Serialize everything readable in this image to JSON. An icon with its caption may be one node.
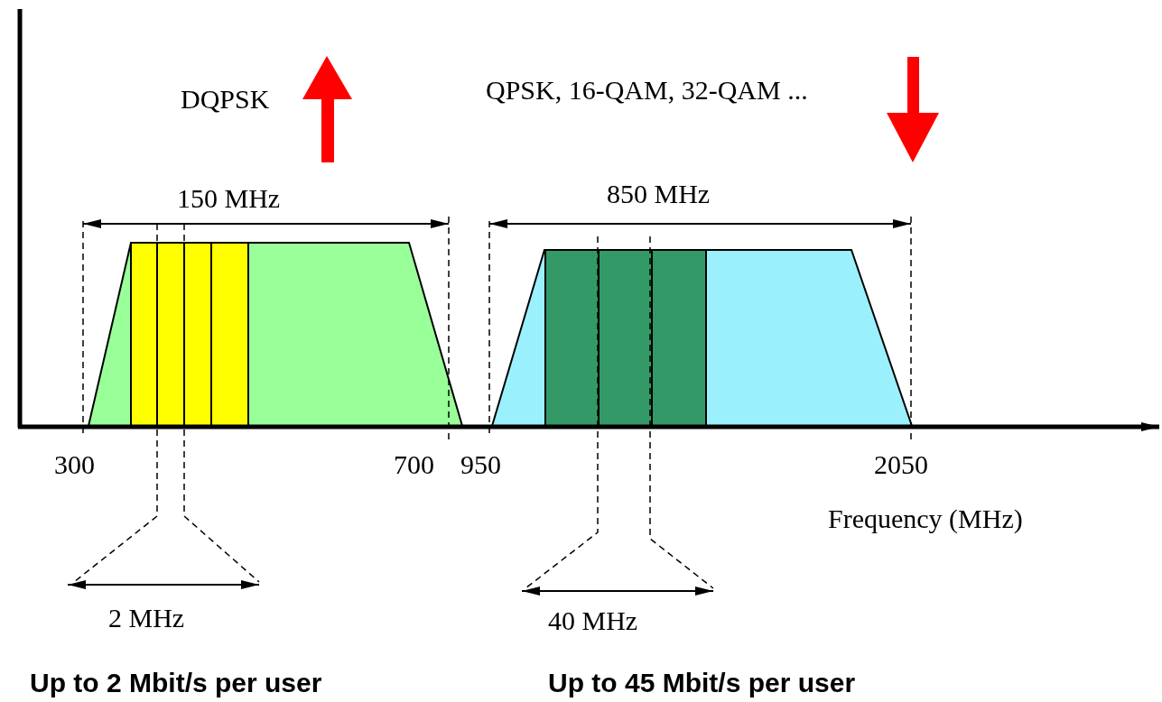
{
  "diagram": {
    "labels": [
      "DQPSK",
      "QPSK, 16-QAM, 32-QAM ...",
      "150 MHz",
      "850 MHz",
      "300",
      "700",
      "950",
      "2050",
      "Frequency (MHz)",
      "2 MHz",
      "40 MHz",
      "Up to 2 Mbit/s per user",
      "Up to 45 Mbit/s per user"
    ]
  }
}
